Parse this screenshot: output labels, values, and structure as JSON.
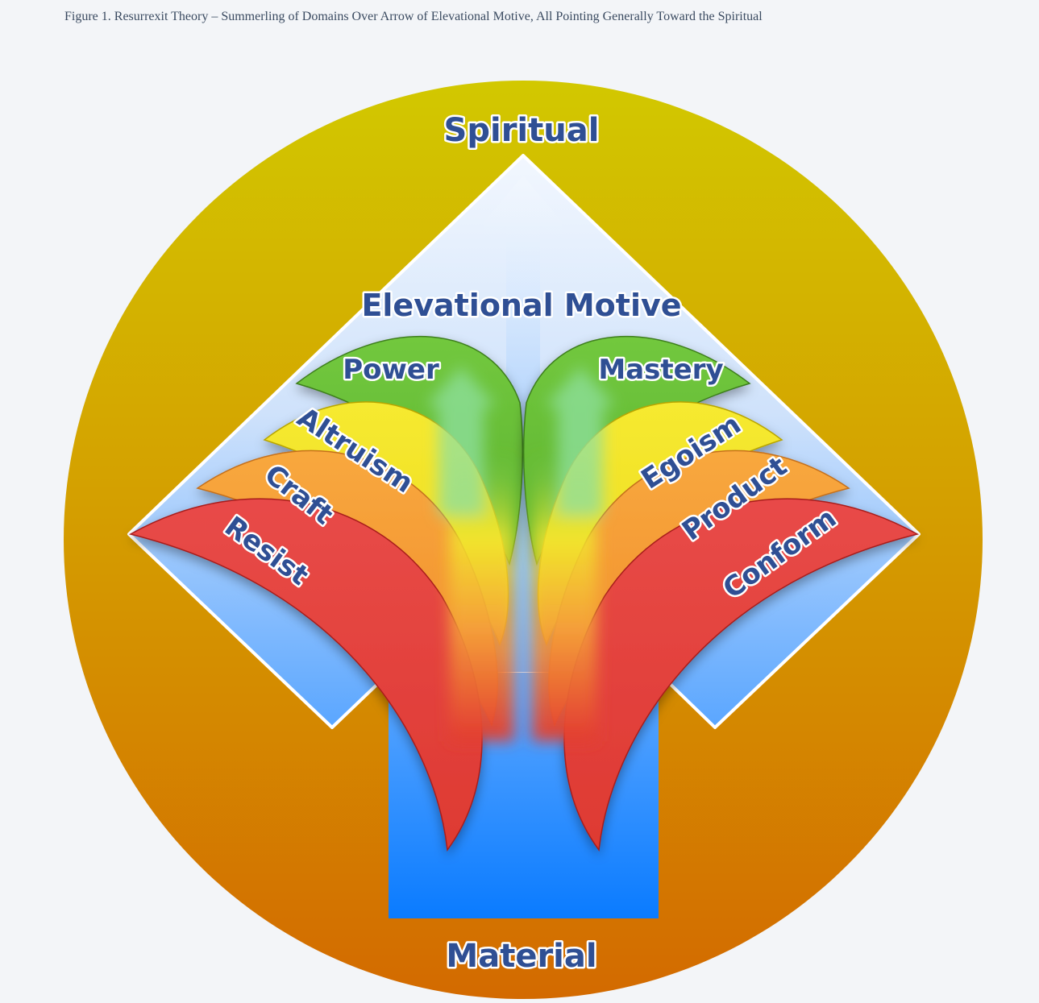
{
  "caption": "Figure 1. Resurrexit Theory – Summerling of Domains Over Arrow of Elevational Motive, All Pointing Generally Toward the Spiritual",
  "labels": {
    "top": "Spiritual",
    "bottom": "Material",
    "motive": "Elevational Motive"
  },
  "domains": {
    "left": [
      "Power",
      "Altruism",
      "Craft",
      "Resist"
    ],
    "right": [
      "Mastery",
      "Egoism",
      "Product",
      "Conform"
    ]
  },
  "colors": {
    "circle_top": "#d2c800",
    "circle_bottom": "#d36a00",
    "arrow_blue": "#1a86ff",
    "arrow_light": "#dbeafc",
    "green": "#6cc23a",
    "yellow": "#f4e82a",
    "orange": "#f7a23a",
    "red": "#e8453f",
    "label_text": "#2f4f94"
  }
}
